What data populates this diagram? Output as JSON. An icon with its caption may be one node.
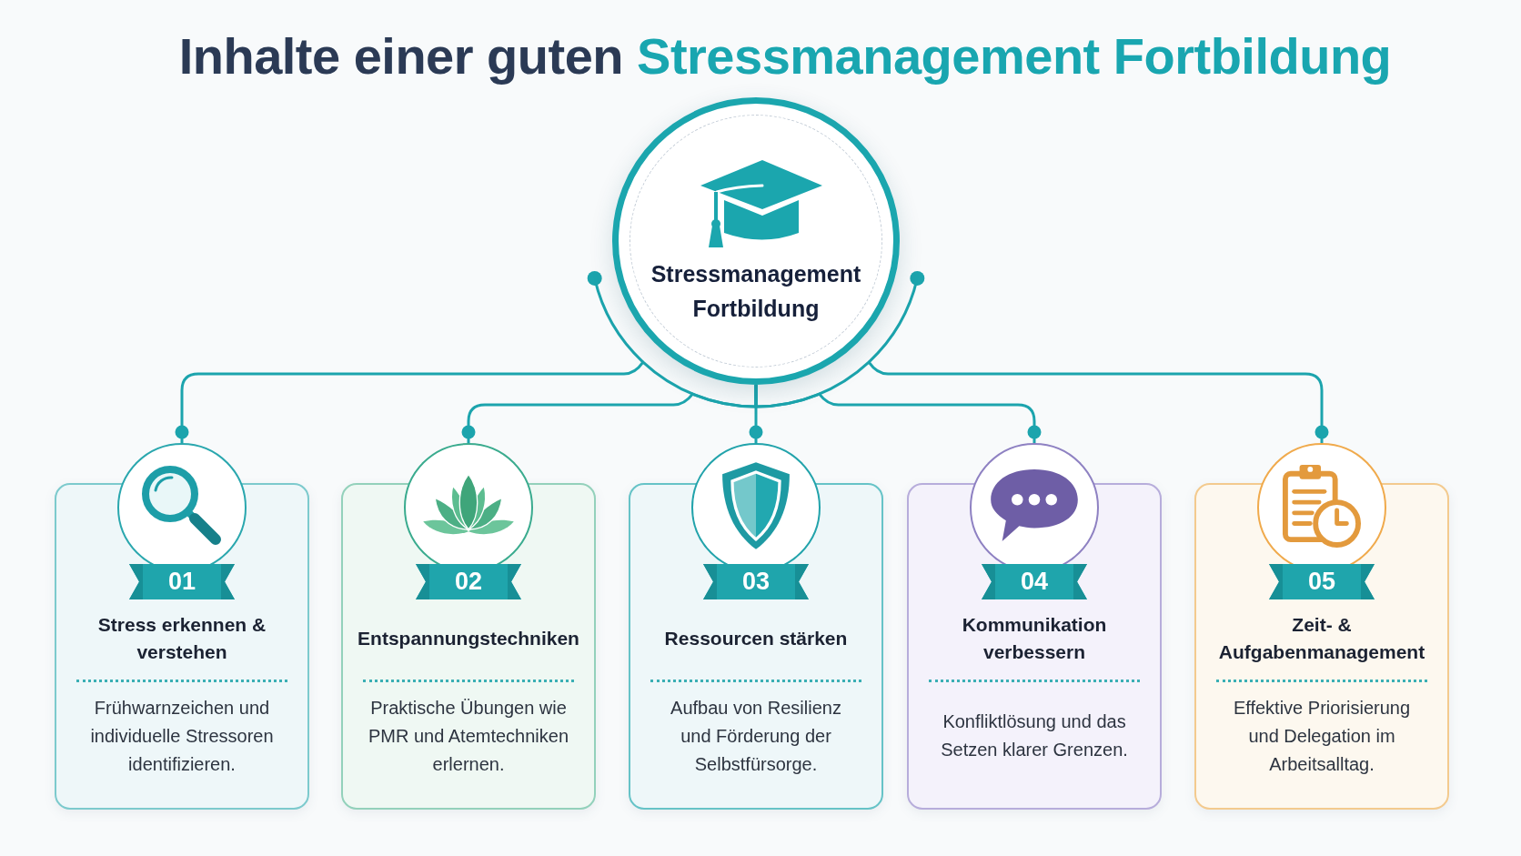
{
  "diagram": {
    "title": "Inhalte einer guten Stressmanagement Fortbildung",
    "nodes": [
      {
        "text": [
          "Stressmanagement Fortbildung"
        ]
      },
      {
        "text": [
          "Stress erkennen & verstehen",
          "Frühwarnzeichen und individuelle Stressoren identifizieren."
        ]
      },
      {
        "text": [
          "01"
        ],
        "in": 1
      },
      {
        "text": [
          "Entspannungstechniken",
          "Praktische Übungen wie PMR und Atemtechniken erlernen."
        ]
      },
      {
        "text": [
          "02"
        ],
        "in": 3
      },
      {
        "text": [
          "Ressourcen stärken",
          "Aufbau von Resilienz und Förderung der Selbstfürsorge."
        ]
      },
      {
        "text": [
          "03"
        ],
        "in": 5
      },
      {
        "text": [
          "Kommunikation verbessern",
          "Konfliktlösung und das Setzen klarer Grenzen."
        ]
      },
      {
        "text": [
          "04"
        ],
        "in": 7
      },
      {
        "text": [
          "Zeit- & Aufgabenmanagement",
          "Effektive Priorisierung und Delegation im Arbeitsalltag."
        ]
      },
      {
        "text": [
          "05"
        ],
        "in": 9
      }
    ],
    "edges": [
      {
        "from": 0,
        "to": 1,
        "arrow": "other"
      },
      {
        "from": 0,
        "to": 3,
        "arrow": "other"
      },
      {
        "from": 0,
        "to": 5,
        "arrow": "other"
      },
      {
        "from": 0,
        "to": 7,
        "arrow": "other"
      },
      {
        "from": 0,
        "to": 9,
        "arrow": "other"
      }
    ]
  }
}
